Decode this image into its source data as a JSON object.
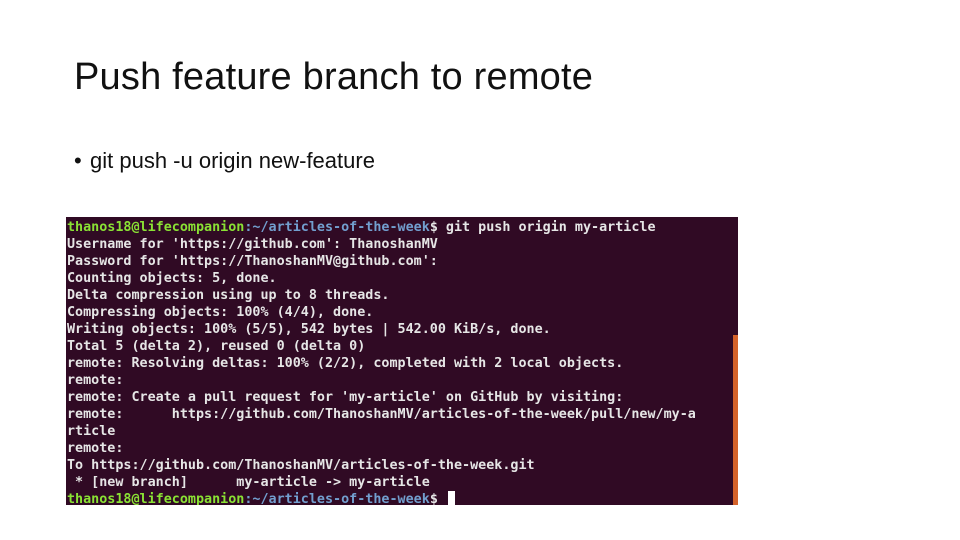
{
  "slide": {
    "title": "Push feature branch to remote",
    "bullets": [
      "git push -u origin new-feature"
    ]
  },
  "terminal": {
    "prompt_user": "thanos18@lifecompanion",
    "prompt_path": ":~/articles-of-the-week",
    "prompt_symbol": "$",
    "command": " git push origin my-article",
    "output": [
      "Username for 'https://github.com': ThanoshanMV",
      "Password for 'https://ThanoshanMV@github.com':",
      "Counting objects: 5, done.",
      "Delta compression using up to 8 threads.",
      "Compressing objects: 100% (4/4), done.",
      "Writing objects: 100% (5/5), 542 bytes | 542.00 KiB/s, done.",
      "Total 5 (delta 2), reused 0 (delta 0)",
      "remote: Resolving deltas: 100% (2/2), completed with 2 local objects.",
      "remote:",
      "remote: Create a pull request for 'my-article' on GitHub by visiting:",
      "remote:      https://github.com/ThanoshanMV/articles-of-the-week/pull/new/my-a",
      "rticle",
      "remote:",
      "To https://github.com/ThanoshanMV/articles-of-the-week.git",
      " * [new branch]      my-article -> my-article"
    ],
    "final_prompt_user": "thanos18@lifecompanion",
    "final_prompt_path": ":~/articles-of-the-week",
    "final_prompt_symbol": "$ "
  },
  "colors": {
    "terminal_bg": "#300a24",
    "prompt_user": "#8ae234",
    "prompt_path": "#729fcf",
    "terminal_text": "#e6e6e6",
    "edge_accent": "#d4622a"
  }
}
